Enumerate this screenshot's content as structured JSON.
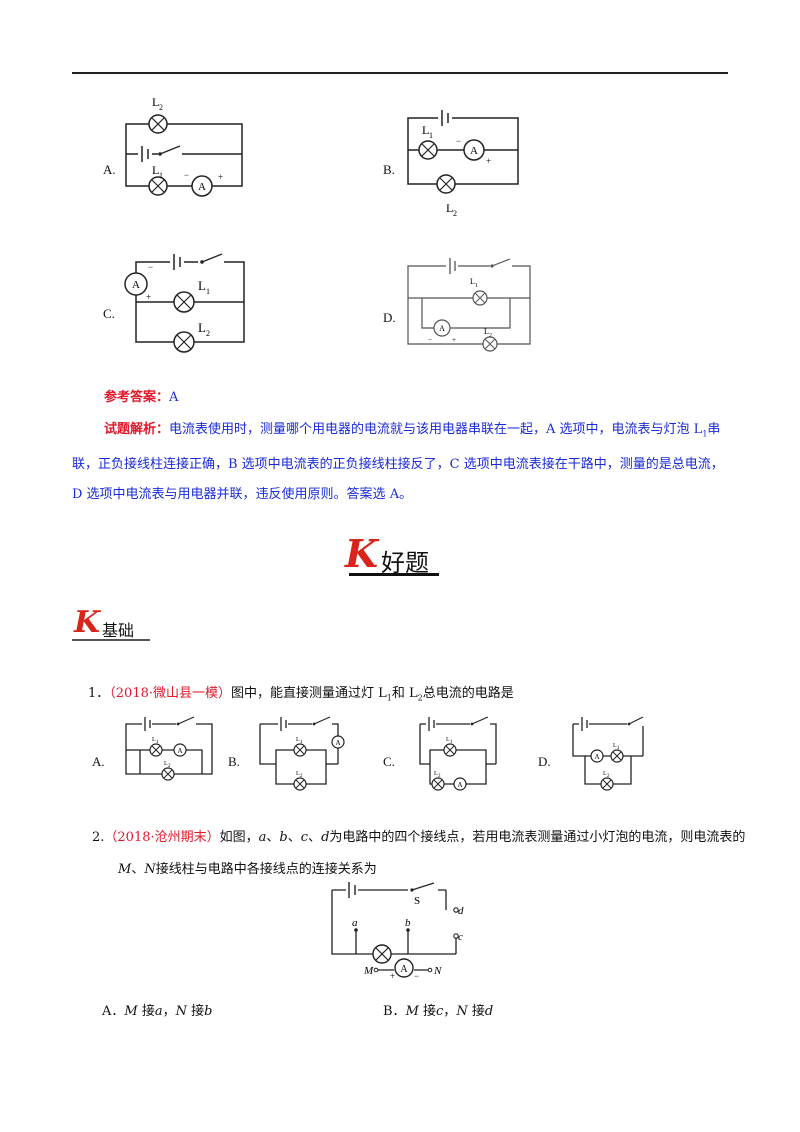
{
  "prev_options": {
    "a": "A.",
    "b": "B.",
    "c": "C.",
    "d": "D."
  },
  "answer": {
    "label": "参考答案：",
    "value": "A"
  },
  "analysis": {
    "label": "试题解析：",
    "text_1": "电流表使用时，测量哪个用电器的电流就与该用电器串联在一起，A 选项中，电流表与灯泡 L",
    "sub_1": "1",
    "text_2": "串联，正负接线柱连接正确，B 选项中电流表的正负接线柱接反了，C 选项中电流表接在干路中，测量的是总电流，D 选项中电流表与用电器并联，违反使用原则。答案选 A。"
  },
  "section_title": {
    "k": "K",
    "text": "好题"
  },
  "subsection": {
    "k": "K",
    "text": "基础"
  },
  "q1": {
    "num": "1．",
    "source": "（2018·微山县一模）",
    "text_a": "图中，能直接测量通过灯 L",
    "sub_a": "1",
    "text_b": "和 L",
    "sub_b": "2",
    "text_c": "总电流的电路是",
    "options": {
      "a": "A.",
      "b": "B.",
      "c": "C.",
      "d": "D."
    }
  },
  "q2": {
    "num": "2.",
    "source": "（2018·沧州期末）",
    "text_1a": "如图，",
    "a": "a",
    "sep1": "、",
    "b": "b",
    "sep2": "、",
    "c": "c",
    "sep3": "、",
    "d": "d",
    "text_1b": "为电路中的四个接线点，若用电流表测量通过小灯泡的电流，则电流表的",
    "M": "M",
    "sep4": "、",
    "N": "N",
    "text_2": "接线柱与电路中各接线点的连接关系为",
    "opt_a": {
      "prefix": "A．",
      "m": "M",
      "t1": " 接",
      "v1": "a",
      "t2": "，",
      "n": "N",
      "t3": " 接",
      "v2": "b"
    },
    "opt_b": {
      "prefix": "B．",
      "m": "M",
      "t1": " 接",
      "v1": "c",
      "t2": "，",
      "n": "N",
      "t3": " 接",
      "v2": "d"
    }
  },
  "circuit_labels": {
    "L": "L",
    "one": "1",
    "two": "2",
    "A": "A",
    "plus": "+",
    "minus": "−",
    "S": "S",
    "a": "a",
    "b": "b",
    "c": "c",
    "d": "d",
    "M": "M",
    "N": "N"
  }
}
